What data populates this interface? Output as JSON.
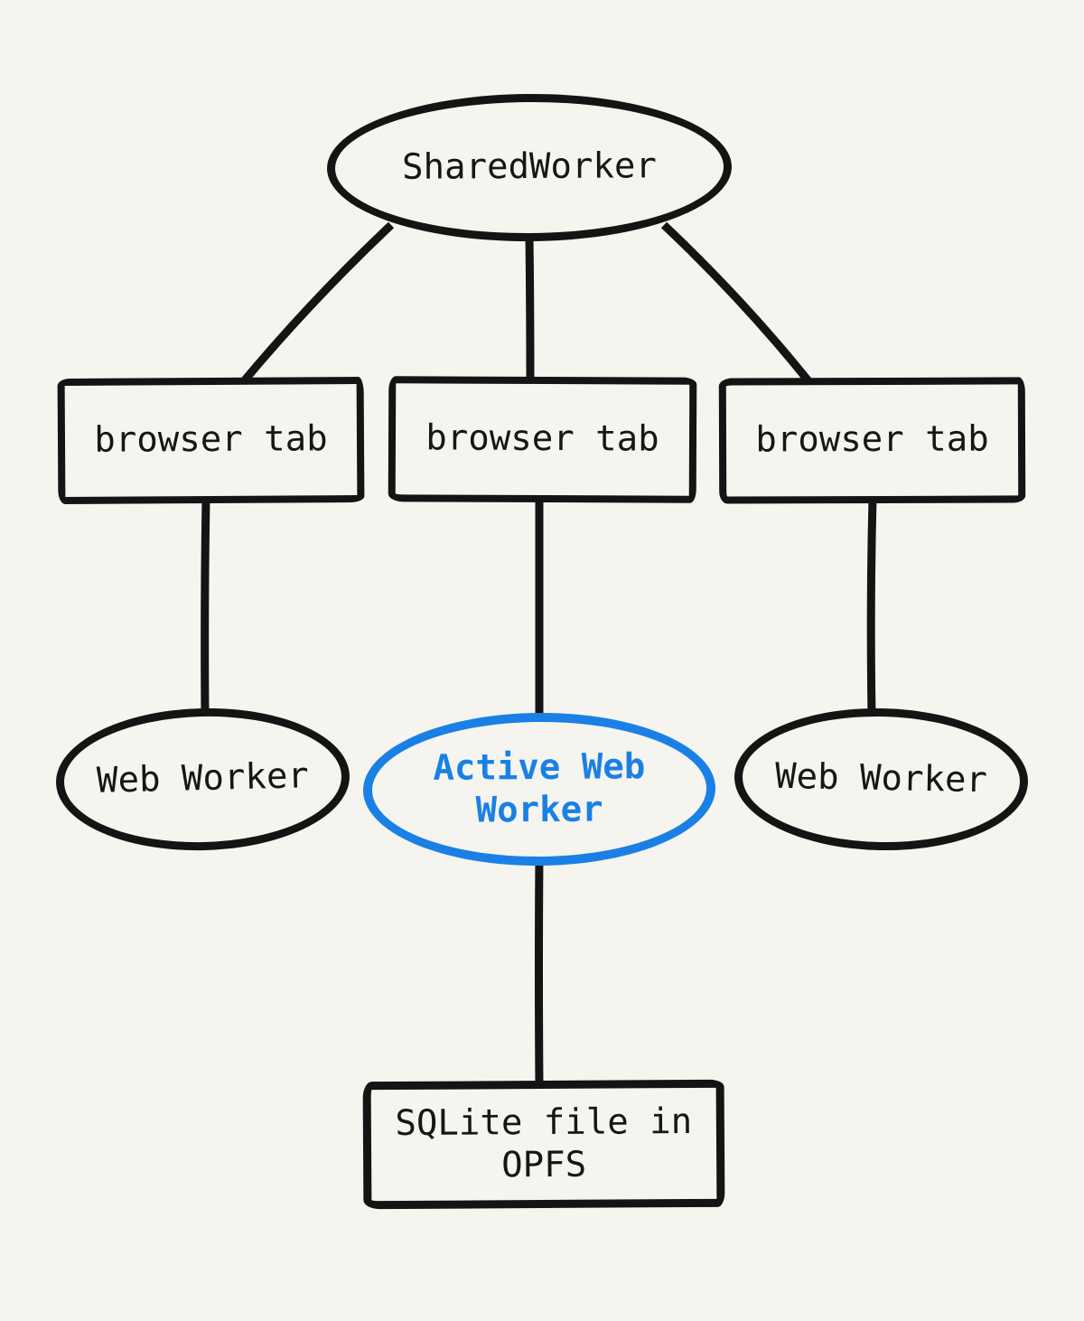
{
  "colors": {
    "background": "#f5f4ef",
    "ink": "#141414",
    "accent_blue": "#1a80e5"
  },
  "nodes": {
    "shared_worker": {
      "label": "SharedWorker",
      "shape": "ellipse"
    },
    "tabs": [
      {
        "label": "browser tab",
        "shape": "rectangle"
      },
      {
        "label": "browser tab",
        "shape": "rectangle"
      },
      {
        "label": "browser tab",
        "shape": "rectangle"
      }
    ],
    "workers": [
      {
        "label": "Web Worker",
        "shape": "ellipse",
        "active": false
      },
      {
        "label": "Active Web Worker",
        "shape": "ellipse",
        "active": true
      },
      {
        "label": "Web Worker",
        "shape": "ellipse",
        "active": false
      }
    ],
    "storage": {
      "label": "SQLite file in OPFS",
      "shape": "rectangle"
    }
  },
  "edges": [
    {
      "from": "shared-worker",
      "to": "browser-tab-1"
    },
    {
      "from": "shared-worker",
      "to": "browser-tab-2"
    },
    {
      "from": "shared-worker",
      "to": "browser-tab-3"
    },
    {
      "from": "browser-tab-1",
      "to": "web-worker-left"
    },
    {
      "from": "browser-tab-2",
      "to": "active-web-worker"
    },
    {
      "from": "browser-tab-3",
      "to": "web-worker-right"
    },
    {
      "from": "active-web-worker",
      "to": "sqlite-opfs"
    }
  ]
}
